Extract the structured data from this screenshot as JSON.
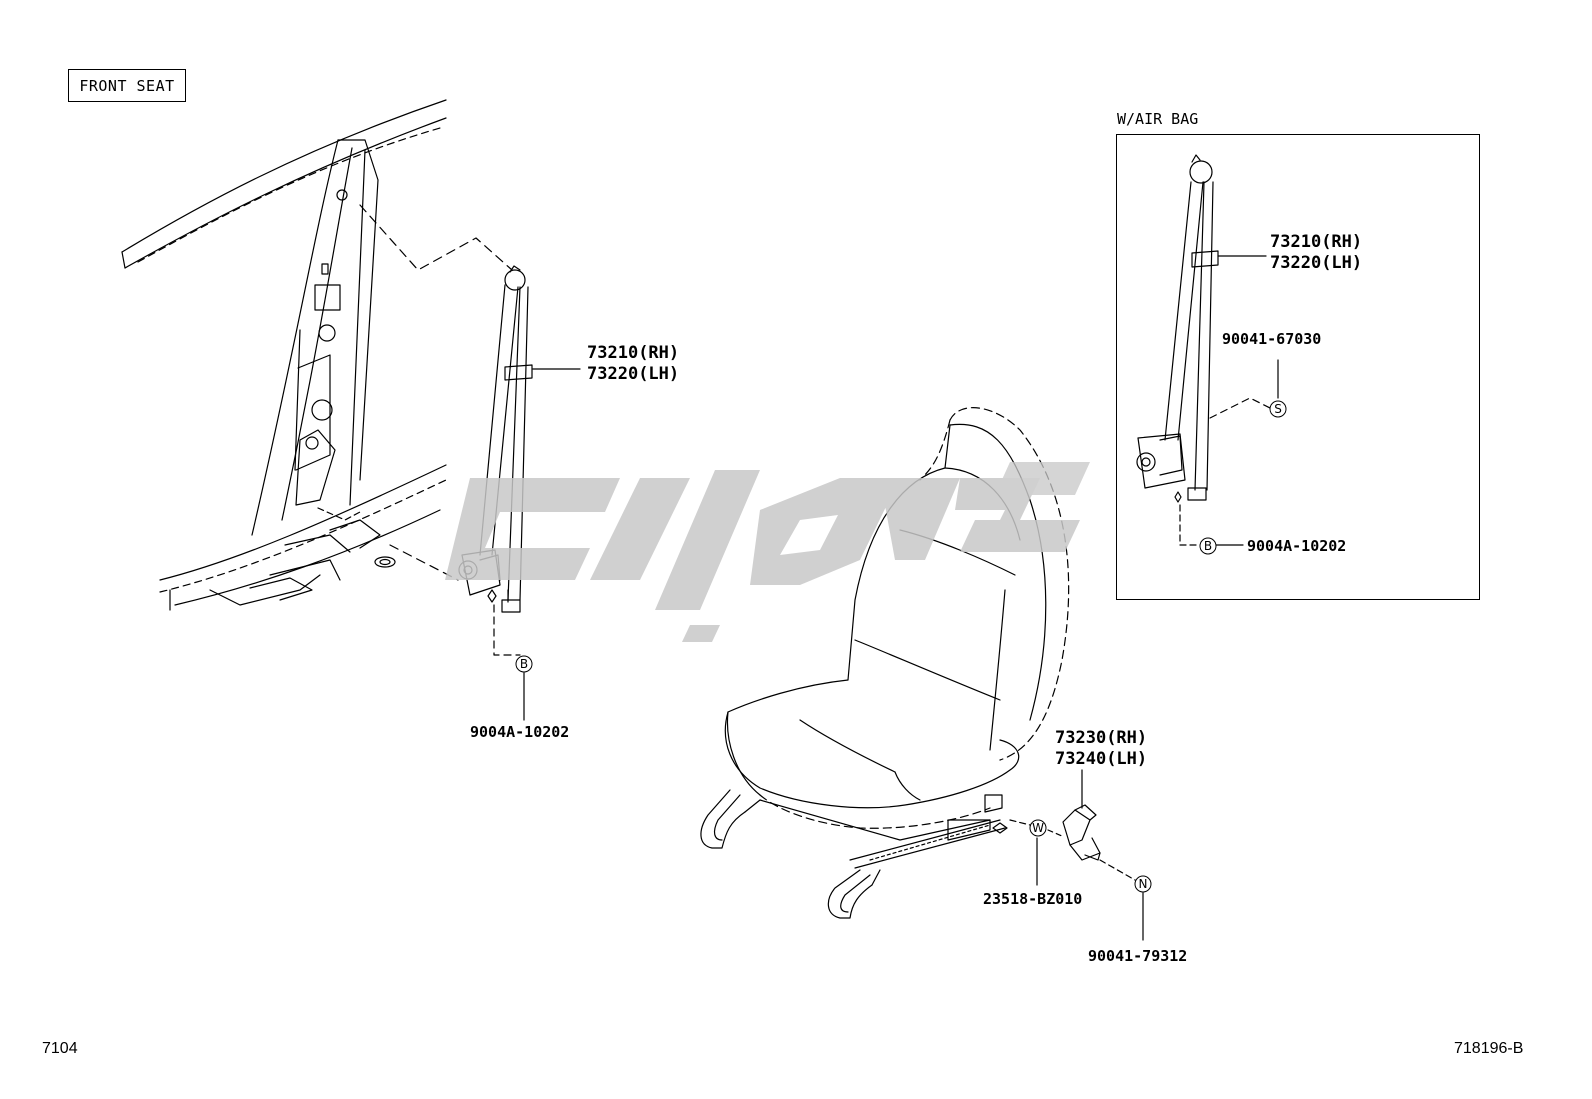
{
  "diagram": {
    "title": "FRONT SEAT",
    "inset_caption": "W/AIR BAG",
    "parts": {
      "belt_main": {
        "line1": "73210",
        "suf1": "(RH)",
        "line2": "73220",
        "suf2": "(LH)"
      },
      "bolt_main": "9004A-10202",
      "belt_inset": {
        "line1": "73210",
        "suf1": "(RH)",
        "line2": "73220",
        "suf2": "(LH)"
      },
      "clip_inset": "90041-67030",
      "bolt_inset": "9004A-10202",
      "buckle": {
        "line1": "73230",
        "suf1": "(RH)",
        "line2": "73240",
        "suf2": "(LH)"
      },
      "washer": "23518-BZ010",
      "nut": "90041-79312"
    },
    "callouts": {
      "B": "B",
      "S": "S",
      "W": "W",
      "N": "N"
    },
    "footer_left": "7104",
    "footer_right": "718196-B",
    "watermark_color": "#c8c8c8"
  }
}
